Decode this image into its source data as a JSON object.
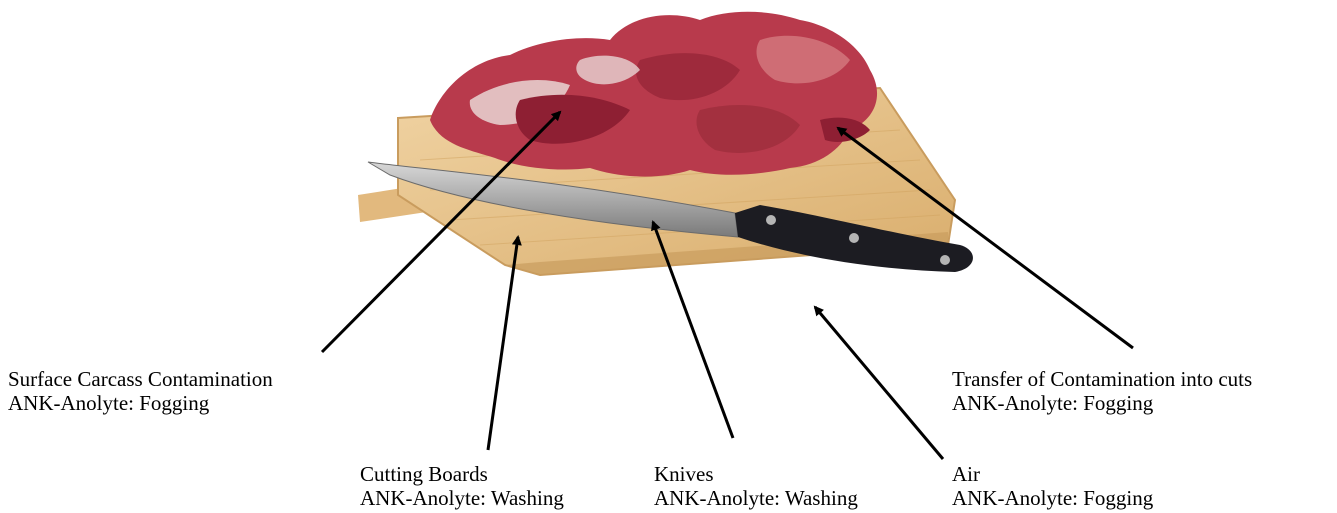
{
  "labels": {
    "carcass": {
      "title": "Surface Carcass  Contamination",
      "method": "ANK-Anolyte: Fogging"
    },
    "transfer": {
      "title": "Transfer of Contamination into cuts",
      "method": "ANK-Anolyte: Fogging"
    },
    "boards": {
      "title": "Cutting Boards",
      "method": "ANK-Anolyte: Washing"
    },
    "knives": {
      "title": "Knives",
      "method": "ANK-Anolyte: Washing"
    },
    "air": {
      "title": "Air",
      "method": "ANK-Anolyte: Fogging"
    }
  },
  "colors": {
    "arrow": "#000000",
    "board": "#e6c48e",
    "board_edge": "#c99c5e",
    "meat": "#b83a4c",
    "meat_dark": "#8e1f33",
    "fat": "#e9d6d4",
    "blade": "#a9a9a9",
    "handle": "#1c1c22"
  }
}
